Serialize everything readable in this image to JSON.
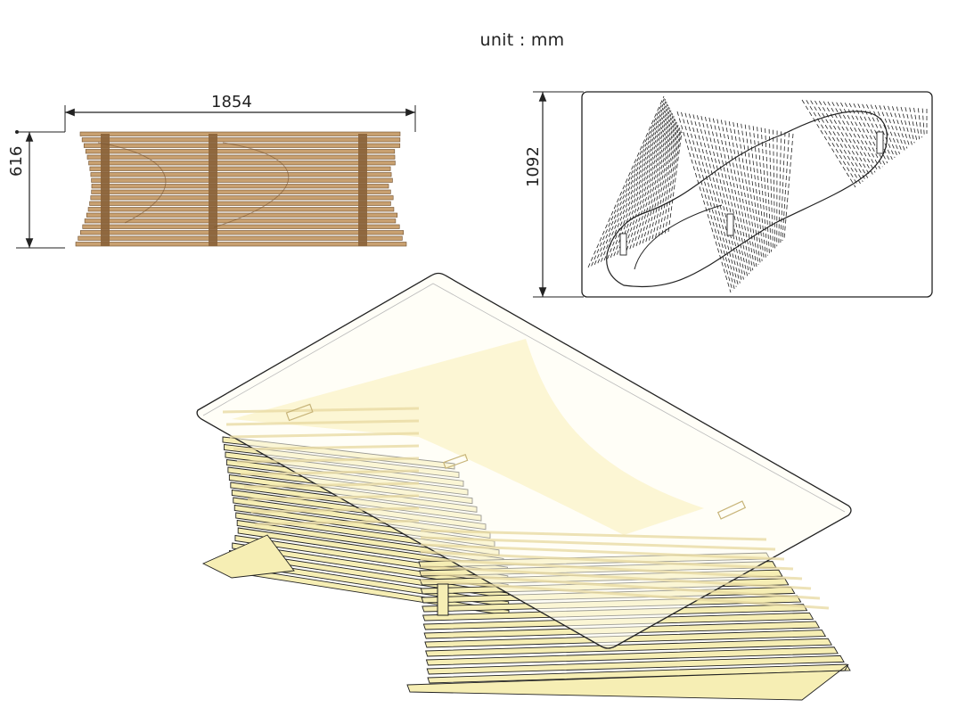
{
  "unit_label": "unit : mm",
  "dimensions": {
    "width": "1854",
    "height": "616",
    "depth": "1092"
  },
  "colors": {
    "wood_light": "#f6eeb4",
    "wood_front_view": "#c8a070",
    "wood_dark": "#8a6238",
    "outline": "#222222",
    "glass": "#fffde8"
  },
  "views": {
    "front": "front-elevation",
    "top": "top-plan-hidden-lines",
    "iso": "isometric-render"
  }
}
